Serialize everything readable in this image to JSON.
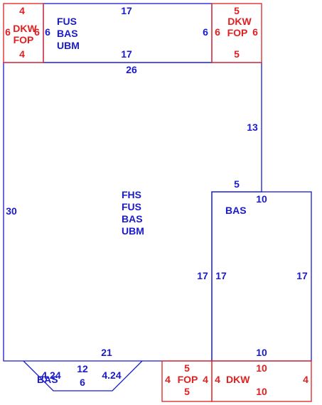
{
  "colors": {
    "living": "#1a1acd",
    "porch": "#e02020"
  },
  "areas": {
    "main": {
      "codes": [
        "FHS",
        "FUS",
        "BAS",
        "UBM"
      ],
      "top": "26",
      "left": "30",
      "right_upper": "13",
      "right_lower": "17",
      "bottom": "21",
      "step": "5"
    },
    "upper": {
      "codes": [
        "FUS",
        "BAS",
        "UBM"
      ],
      "top": "17",
      "bottom": "17",
      "left": "6",
      "right": "6"
    },
    "right_wing": {
      "code": "BAS",
      "top": "10",
      "bottom": "10",
      "left": "17",
      "right": "17"
    },
    "bay": {
      "code": "BAS",
      "top": "12",
      "bottom": "6",
      "left": "4.24",
      "right": "4.24"
    },
    "porch_upper_left": {
      "codes": [
        "DKW",
        "FOP"
      ],
      "top": "4",
      "bottom": "4",
      "left": "6",
      "right": "6"
    },
    "porch_upper_right": {
      "codes": [
        "DKW",
        "FOP"
      ],
      "top": "5",
      "bottom": "5",
      "left": "6",
      "right": "6"
    },
    "porch_lower_fop": {
      "code": "FOP",
      "top": "5",
      "bottom": "5",
      "left": "4",
      "right": "4"
    },
    "porch_lower_dkw": {
      "code": "DKW",
      "top": "10",
      "bottom": "10",
      "left": "4",
      "right": "4"
    }
  }
}
